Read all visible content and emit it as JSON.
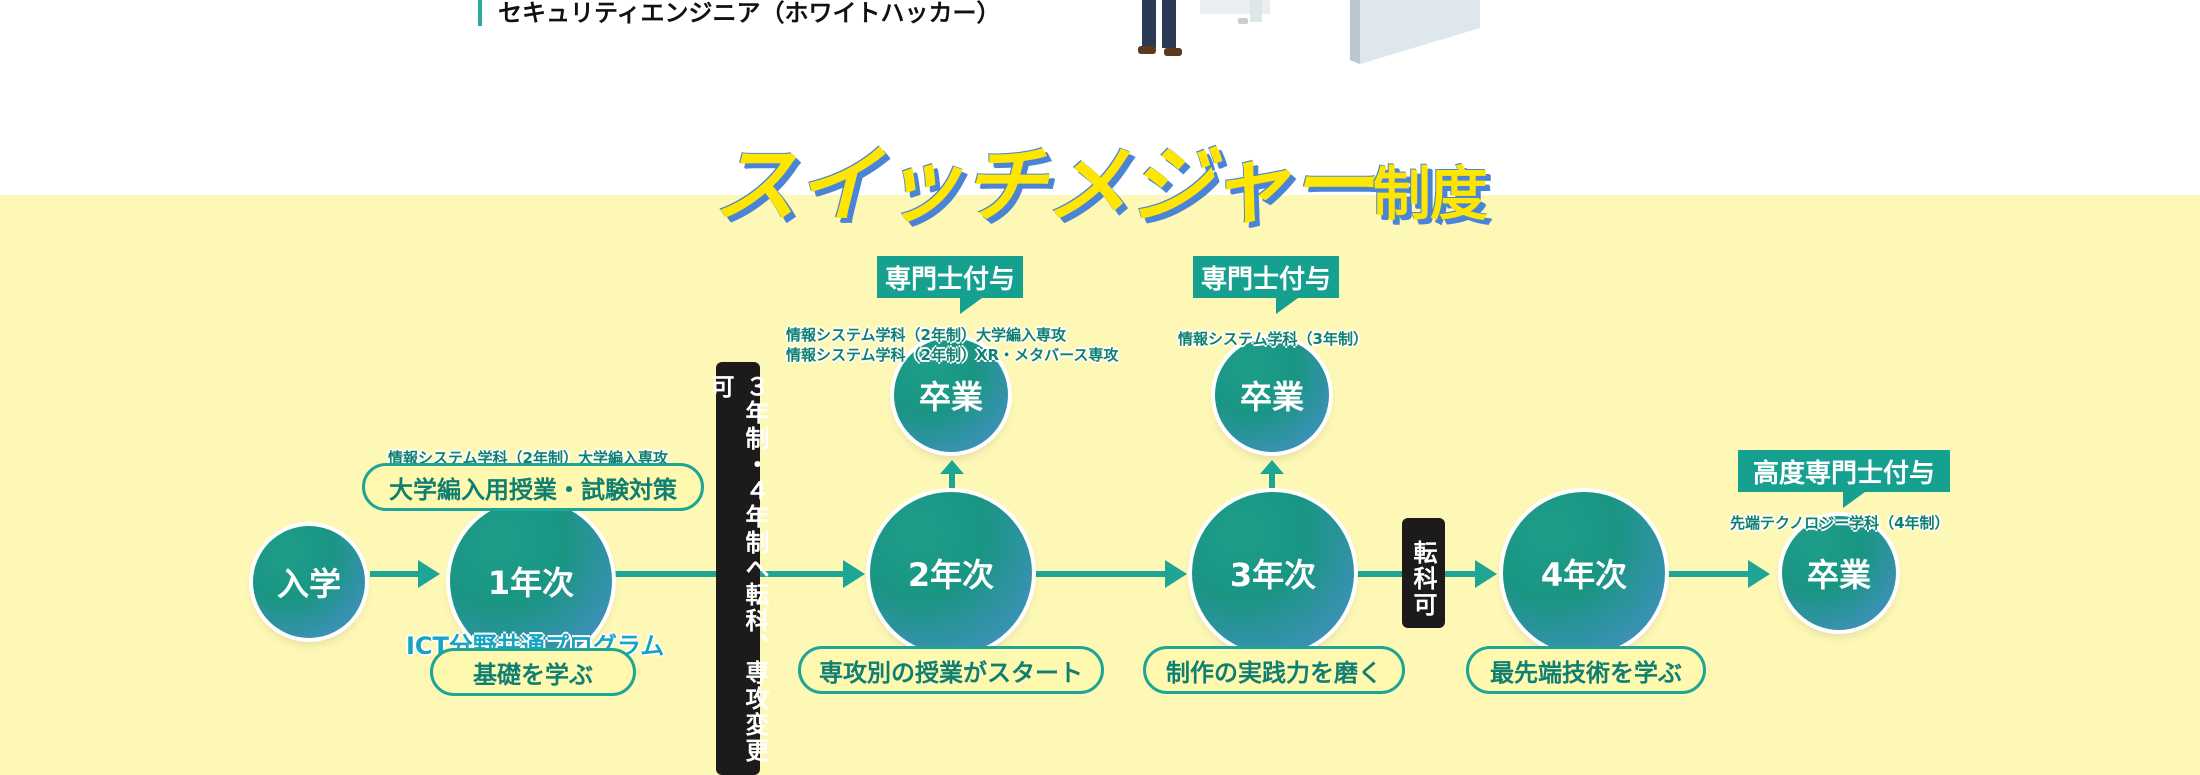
{
  "header": {
    "job_title": "セキュリティエンジニア（ホワイトハッカー）"
  },
  "title": {
    "main": "スイッチメジャー",
    "suffix": "制度"
  },
  "nodes": {
    "enroll": "入学",
    "year1": "1年次",
    "year2": "2年次",
    "year3": "3年次",
    "year4": "4年次",
    "grad2": "卒業",
    "grad3": "卒業",
    "grad4": "卒業"
  },
  "year1": {
    "top_note": "情報システム学科（2年制）大学編入専攻",
    "top_pill": "大学編入用授業・試験対策",
    "bottom_line1": "ICT分野共通プログラム",
    "bottom_pill": "基礎を学ぶ"
  },
  "transfer_bar": "３年制・４年制へ転科、専攻変更可",
  "transfer_bar2": "転科可",
  "year2": {
    "badge": "専門士付与",
    "note1": "情報システム学科（2年制）大学編入専攻",
    "note2": "情報システム学科（2年制）XR・メタバース専攻",
    "pill": "専攻別の授業がスタート"
  },
  "year3": {
    "badge": "専門士付与",
    "note": "情報システム学科（3年制）",
    "pill": "制作の実践力を磨く"
  },
  "year4": {
    "badge": "高度専門士付与",
    "note": "先端テクノロジー学科（4年制）",
    "pill": "最先端技術を学ぶ"
  },
  "colors": {
    "accent": "#1fa596",
    "background_band": "#fdf8b6",
    "title_fill": "#ffe600",
    "title_shadow": "#4a84d6"
  }
}
